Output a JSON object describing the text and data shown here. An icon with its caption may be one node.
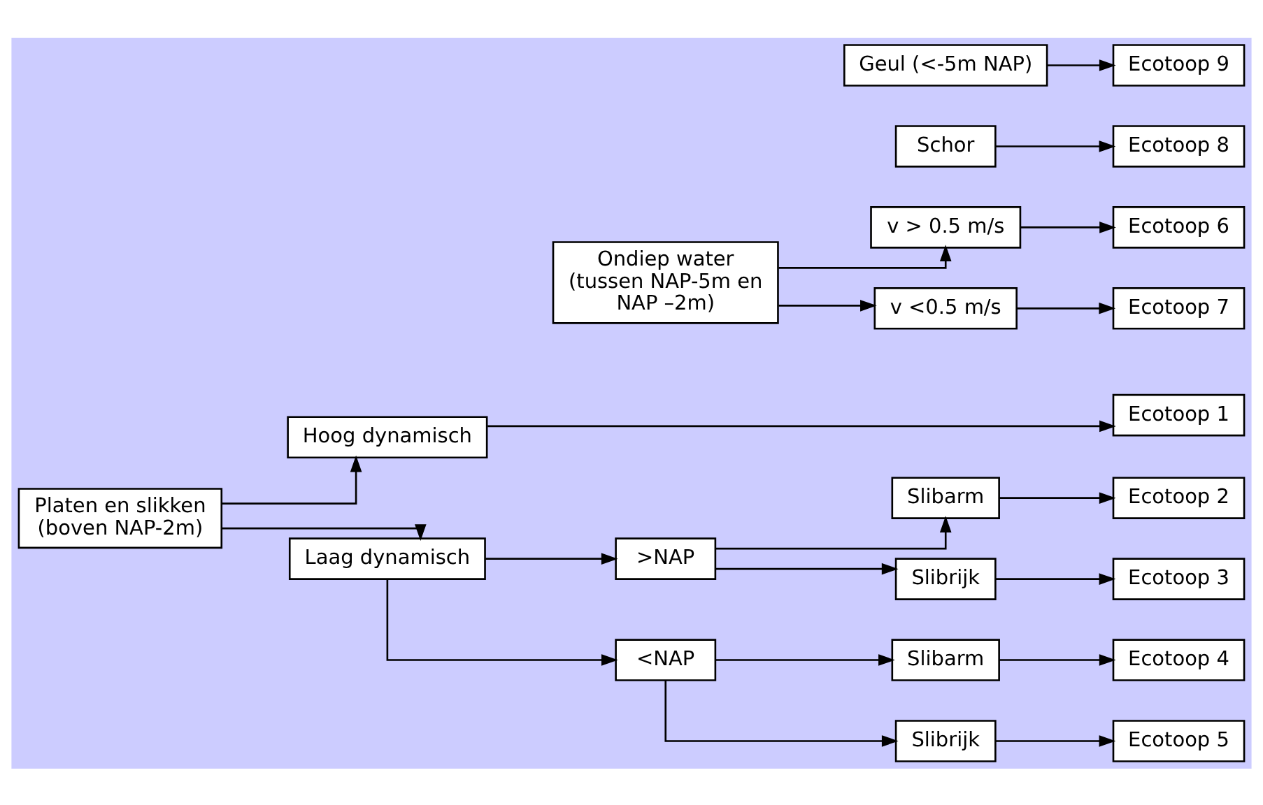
{
  "diagram": {
    "nodes": [
      {
        "text": [
          "Platen en slikken (boven NAP-2m)"
        ]
      },
      {
        "text": [
          "Hoog dynamisch"
        ]
      },
      {
        "text": [
          "Laag dynamisch"
        ]
      },
      {
        "text": [
          ">NAP"
        ]
      },
      {
        "text": [
          "<NAP"
        ]
      },
      {
        "text": [
          "Slibarm"
        ]
      },
      {
        "text": [
          "Slibrijk"
        ]
      },
      {
        "text": [
          "Slibarm"
        ]
      },
      {
        "text": [
          "Slibrijk"
        ]
      },
      {
        "text": [
          "Ondiep water (tussen NAP-5m en NAP –2m)"
        ]
      },
      {
        "text": [
          "v > 0.5 m/s"
        ]
      },
      {
        "text": [
          "v <0.5 m/s"
        ]
      },
      {
        "text": [
          "Schor"
        ]
      },
      {
        "text": [
          "Geul (<-5m NAP)"
        ]
      },
      {
        "text": [
          "Ecotoop 1"
        ]
      },
      {
        "text": [
          "Ecotoop 2"
        ]
      },
      {
        "text": [
          "Ecotoop 3"
        ]
      },
      {
        "text": [
          "Ecotoop 4"
        ]
      },
      {
        "text": [
          "Ecotoop 5"
        ]
      },
      {
        "text": [
          "Ecotoop 6"
        ]
      },
      {
        "text": [
          "Ecotoop 7"
        ]
      },
      {
        "text": [
          "Ecotoop 8"
        ]
      },
      {
        "text": [
          "Ecotoop 9"
        ]
      }
    ],
    "edges": [
      {
        "from": 0,
        "to": 1,
        "arrow": "to"
      },
      {
        "from": 0,
        "to": 2,
        "arrow": "to"
      },
      {
        "from": 1,
        "to": 14,
        "arrow": "to"
      },
      {
        "from": 2,
        "to": 3,
        "arrow": "to"
      },
      {
        "from": 2,
        "to": 4,
        "arrow": "to"
      },
      {
        "from": 3,
        "to": 5,
        "arrow": "to"
      },
      {
        "from": 3,
        "to": 6,
        "arrow": "to"
      },
      {
        "from": 4,
        "to": 7,
        "arrow": "to"
      },
      {
        "from": 4,
        "to": 8,
        "arrow": "to"
      },
      {
        "from": 5,
        "to": 15,
        "arrow": "to"
      },
      {
        "from": 6,
        "to": 16,
        "arrow": "to"
      },
      {
        "from": 7,
        "to": 17,
        "arrow": "to"
      },
      {
        "from": 8,
        "to": 18,
        "arrow": "to"
      },
      {
        "from": 9,
        "to": 10,
        "arrow": "to"
      },
      {
        "from": 9,
        "to": 11,
        "arrow": "to"
      },
      {
        "from": 10,
        "to": 19,
        "arrow": "to"
      },
      {
        "from": 11,
        "to": 20,
        "arrow": "to"
      },
      {
        "from": 12,
        "to": 21,
        "arrow": "to"
      },
      {
        "from": 13,
        "to": 22,
        "arrow": "to"
      }
    ]
  }
}
